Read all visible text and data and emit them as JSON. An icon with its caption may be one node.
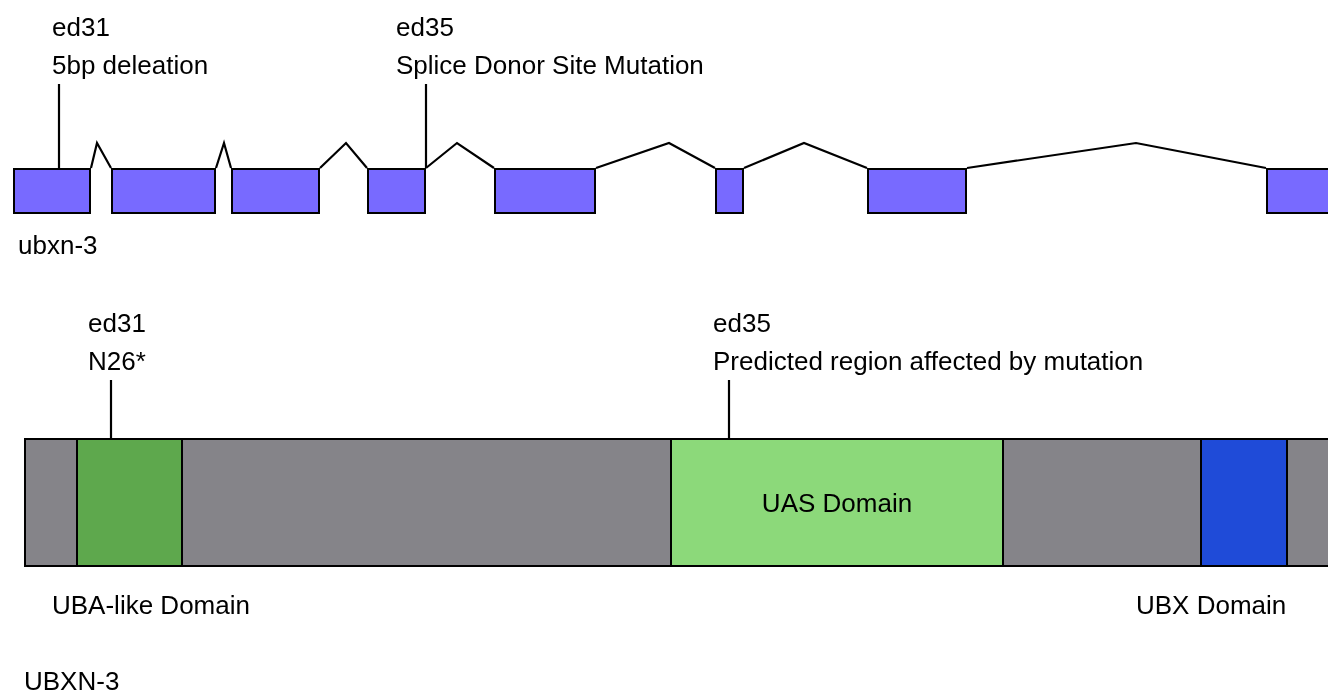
{
  "diagram": {
    "nodes": [
      {
        "text": [
          "ed31",
          "5bp deleation"
        ]
      },
      {
        "text": [
          "ed35",
          "Splice Donor Site Mutation"
        ]
      },
      {
        "text": [],
        "shape": "box"
      },
      {
        "text": [],
        "shape": "box"
      },
      {
        "text": [],
        "shape": "box"
      },
      {
        "text": [],
        "shape": "box"
      },
      {
        "text": [],
        "shape": "box"
      },
      {
        "text": [],
        "shape": "box"
      },
      {
        "text": [],
        "shape": "box"
      },
      {
        "text": [],
        "shape": "box"
      },
      {
        "text": [
          "ed31",
          "N26*"
        ]
      },
      {
        "text": [
          "ed35",
          "Predicted region affected by mutation"
        ]
      },
      {
        "text": [],
        "shape": "bar"
      },
      {
        "text": [],
        "shape": "box",
        "in": 12,
        "beside": [
          "UBA-like Domain"
        ]
      },
      {
        "text": [
          "UAS Domain"
        ],
        "in": 12
      },
      {
        "text": [],
        "shape": "box",
        "in": 12,
        "beside": [
          "UBX Domain"
        ]
      }
    ],
    "edges": [
      {
        "from": 0,
        "to": 2,
        "arrow": "none"
      },
      {
        "from": 1,
        "to": 5,
        "arrow": "none"
      },
      {
        "from": 2,
        "to": 3,
        "arrow": "none"
      },
      {
        "from": 3,
        "to": 4,
        "arrow": "none"
      },
      {
        "from": 4,
        "to": 5,
        "arrow": "none"
      },
      {
        "from": 5,
        "to": 6,
        "arrow": "none"
      },
      {
        "from": 6,
        "to": 7,
        "arrow": "none"
      },
      {
        "from": 7,
        "to": 8,
        "arrow": "none"
      },
      {
        "from": 8,
        "to": 9,
        "arrow": "none"
      },
      {
        "from": 10,
        "to": 13,
        "arrow": "none"
      },
      {
        "from": 11,
        "to": 14,
        "arrow": "none"
      }
    ],
    "labels": [
      "ubxn-3",
      "UBXN-3"
    ]
  }
}
